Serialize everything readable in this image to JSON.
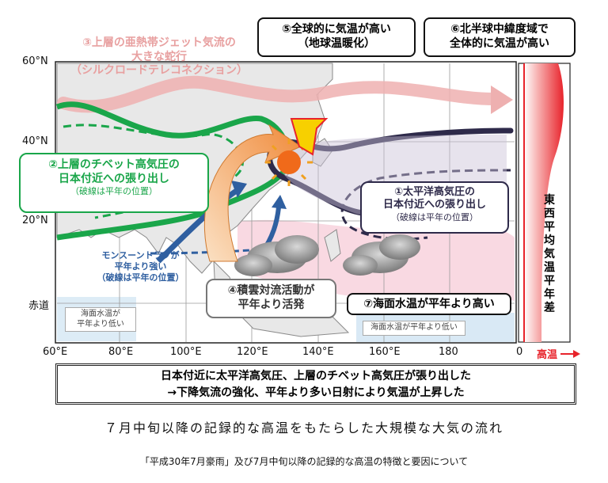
{
  "axes": {
    "lat_labels": [
      "60°N",
      "40°N",
      "20°N",
      "赤道"
    ],
    "lon_labels": [
      "60°E",
      "80°E",
      "100°E",
      "120°E",
      "140°E",
      "160°E",
      "180",
      "0"
    ],
    "high_temp_label": "高温"
  },
  "labels": {
    "jet": [
      "③上層の亜熱帯ジェット気流の",
      "大きな蛇行",
      "（シルクロードテレコネクション）"
    ],
    "global_warm": [
      "⑤全球的に気温が高い",
      "（地球温暖化）"
    ],
    "nh_mid_lat": [
      "⑥北半球中緯度域で",
      "全体的に気温が高い"
    ],
    "tibet": [
      "②上層のチベット高気圧の",
      "日本付近への張り出し",
      "（破線は平年の位置）"
    ],
    "pacific": [
      "①太平洋高気圧の",
      "日本付近への張り出し",
      "（破線は平年の位置）"
    ],
    "monsoon": [
      "モンスーントラフが",
      "平年より強い",
      "（破線は平年の位置）"
    ],
    "convection": [
      "④積雲対流活動が",
      "平年より活発"
    ],
    "sst": "⑦海面水温が平年より高い",
    "sst_low_left": [
      "海面水温が",
      "平年より低い"
    ],
    "sst_low_right": "海面水温が平年より低い",
    "zonal_mean": [
      "東",
      "西",
      "平",
      "均",
      "気",
      "温",
      "平",
      "年",
      "差"
    ]
  },
  "summary": [
    "日本付近に太平洋高気圧、上層のチベット高気圧が張り出した",
    "→下降気流の強化、平年より多い日射により気温が上昇した"
  ],
  "caption": "７月中旬以降の記録的な高温をもたらした大規模な大気の流れ",
  "source": "「平成30年7月豪雨」及び7月中旬以降の記録的な高温の特徴と要因について",
  "colors": {
    "tibet_green": "#1aa64a",
    "pacific_navy": "#2e2a4a",
    "jet_pink": "#e8a0a0",
    "monsoon_blue": "#2f5fa0",
    "warm_red": "#e8232b",
    "arrow_orange": "#f29a4a"
  }
}
